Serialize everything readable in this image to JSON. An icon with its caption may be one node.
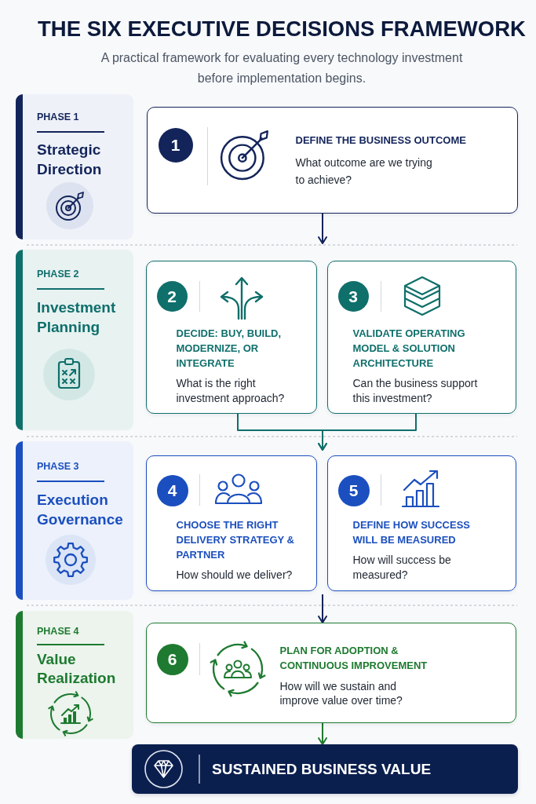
{
  "diagram": {
    "title": "THE SIX EXECUTIVE DECISIONS FRAMEWORK",
    "nodes": [
      {
        "text": [
          "PHASE 1",
          "Strategic Direction"
        ]
      },
      {
        "text": [
          "DEFINE THE BUSINESS OUTCOME",
          "What outcome are we trying to achieve?"
        ]
      },
      {
        "text": [
          "1"
        ],
        "in": 1
      },
      {
        "text": [
          "PHASE 2",
          "Investment Planning"
        ]
      },
      {
        "text": [
          "DECIDE: BUY, BUILD, MODERNIZE, OR INTEGRATE",
          "What is the right investment approach?"
        ]
      },
      {
        "text": [
          "2"
        ],
        "in": 4
      },
      {
        "text": [
          "VALIDATE OPERATING MODEL & SOLUTION ARCHITECTURE",
          "Can the business support this investment?"
        ]
      },
      {
        "text": [
          "3"
        ],
        "in": 6
      },
      {
        "text": [
          "PHASE 3",
          "Execution Governance"
        ]
      },
      {
        "text": [
          "CHOOSE THE RIGHT DELIVERY STRATEGY & PARTNER",
          "How should we deliver?"
        ]
      },
      {
        "text": [
          "4"
        ],
        "in": 9
      },
      {
        "text": [
          "DEFINE HOW SUCCESS WILL BE MEASURED",
          "How will success be measured?"
        ]
      },
      {
        "text": [
          "5"
        ],
        "in": 11
      },
      {
        "text": [
          "PHASE 4",
          "Value Realization"
        ]
      },
      {
        "text": [
          "PLAN FOR ADOPTION & CONTINUOUS IMPROVEMENT",
          "How will we sustain and improve value over time?"
        ]
      },
      {
        "text": [
          "6"
        ],
        "in": 14
      },
      {
        "text": [
          "SUSTAINED BUSINESS VALUE"
        ]
      }
    ],
    "edges": [
      {
        "from": 1,
        "to": 4,
        "arrow": "to"
      },
      {
        "from": 4,
        "to": 9,
        "arrow": "to",
        "color": "#0f6f6b"
      },
      {
        "from": 6,
        "to": 9,
        "arrow": "to",
        "color": "#0f6f6b"
      },
      {
        "from": 9,
        "to": 14,
        "arrow": "to"
      },
      {
        "from": 14,
        "to": 16,
        "arrow": "to",
        "color": "#1e7a30"
      }
    ],
    "labels": [
      "A practical framework for evaluating every technology investment before implementation begins."
    ]
  }
}
